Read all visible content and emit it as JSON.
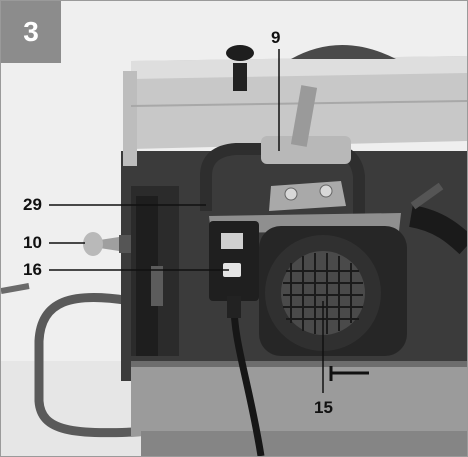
{
  "figure": {
    "number": "3"
  },
  "callouts": {
    "c9": "9",
    "c29": "29",
    "c10": "10",
    "c16": "16",
    "c15": "15"
  },
  "colors": {
    "background": "#f4f4f4",
    "badge": "#8c8c8c",
    "metal_light": "#c9c9c9",
    "metal_dark": "#3a3a3a",
    "motor": "#2a2a2a"
  }
}
